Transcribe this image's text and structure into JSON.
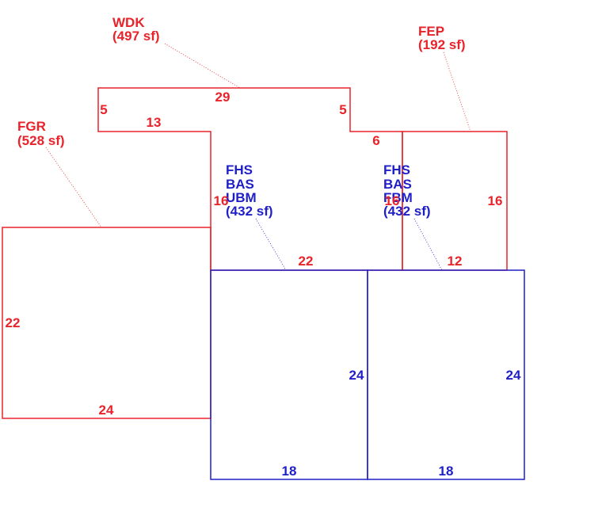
{
  "colors": {
    "red": "#e8232a",
    "blue": "#1f1fc8"
  },
  "areas": {
    "wdk": {
      "code": "WDK",
      "size": "(497 sf)"
    },
    "fep": {
      "code": "FEP",
      "size": "(192 sf)"
    },
    "fgr": {
      "code": "FGR",
      "size": "(528 sf)"
    },
    "left_block": {
      "line1": "FHS",
      "line2": "BAS",
      "line3": "UBM",
      "size": "(432 sf)"
    },
    "right_block": {
      "line1": "FHS",
      "line2": "BAS",
      "line3": "FBM",
      "size": "(432 sf)"
    }
  },
  "dimensions": {
    "wdk_top": "29",
    "wdk_left": "5",
    "wdk_right": "5",
    "wdk_step": "13",
    "wdk_tie": "6",
    "wdk_side": "16",
    "wdk_bottom": "22",
    "fep_side": "16",
    "fep_inner": "16",
    "fep_bottom": "12",
    "fgr_side": "22",
    "fgr_bottom": "24",
    "ubm_side": "24",
    "ubm_bottom": "18",
    "fbm_side": "24",
    "fbm_bottom": "18"
  }
}
